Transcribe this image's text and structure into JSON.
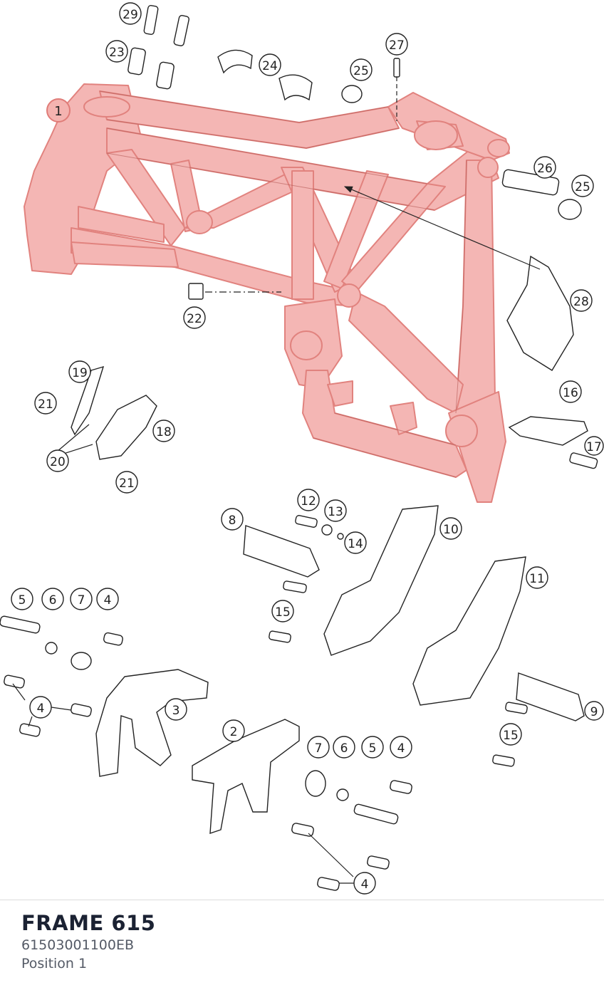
{
  "part": {
    "title": "FRAME 615",
    "code": "61503001100EB",
    "position": "Position 1"
  },
  "colors": {
    "highlight_fill": "#f4b3b0",
    "highlight_stroke": "#e07c78",
    "line": "#222222",
    "title": "#1b2233",
    "subtext": "#545a66"
  },
  "callouts": [
    {
      "id": "callout-1",
      "label": "1",
      "highlighted": true
    },
    {
      "id": "callout-29",
      "label": "29"
    },
    {
      "id": "callout-23",
      "label": "23"
    },
    {
      "id": "callout-24",
      "label": "24"
    },
    {
      "id": "callout-25a",
      "label": "25"
    },
    {
      "id": "callout-27",
      "label": "27"
    },
    {
      "id": "callout-26",
      "label": "26"
    },
    {
      "id": "callout-25b",
      "label": "25"
    },
    {
      "id": "callout-28",
      "label": "28"
    },
    {
      "id": "callout-22",
      "label": "22"
    },
    {
      "id": "callout-19",
      "label": "19"
    },
    {
      "id": "callout-21a",
      "label": "21"
    },
    {
      "id": "callout-18",
      "label": "18"
    },
    {
      "id": "callout-20",
      "label": "20"
    },
    {
      "id": "callout-21b",
      "label": "21"
    },
    {
      "id": "callout-16",
      "label": "16"
    },
    {
      "id": "callout-17",
      "label": "17"
    },
    {
      "id": "callout-12",
      "label": "12"
    },
    {
      "id": "callout-13",
      "label": "13"
    },
    {
      "id": "callout-14",
      "label": "14"
    },
    {
      "id": "callout-8",
      "label": "8"
    },
    {
      "id": "callout-10",
      "label": "10"
    },
    {
      "id": "callout-11",
      "label": "11"
    },
    {
      "id": "callout-15a",
      "label": "15"
    },
    {
      "id": "callout-5a",
      "label": "5"
    },
    {
      "id": "callout-6a",
      "label": "6"
    },
    {
      "id": "callout-7a",
      "label": "7"
    },
    {
      "id": "callout-4a",
      "label": "4"
    },
    {
      "id": "callout-4b",
      "label": "4"
    },
    {
      "id": "callout-3",
      "label": "3"
    },
    {
      "id": "callout-2",
      "label": "2"
    },
    {
      "id": "callout-7b",
      "label": "7"
    },
    {
      "id": "callout-6b",
      "label": "6"
    },
    {
      "id": "callout-5b",
      "label": "5"
    },
    {
      "id": "callout-4c",
      "label": "4"
    },
    {
      "id": "callout-9",
      "label": "9"
    },
    {
      "id": "callout-15b",
      "label": "15"
    },
    {
      "id": "callout-4d",
      "label": "4"
    }
  ]
}
